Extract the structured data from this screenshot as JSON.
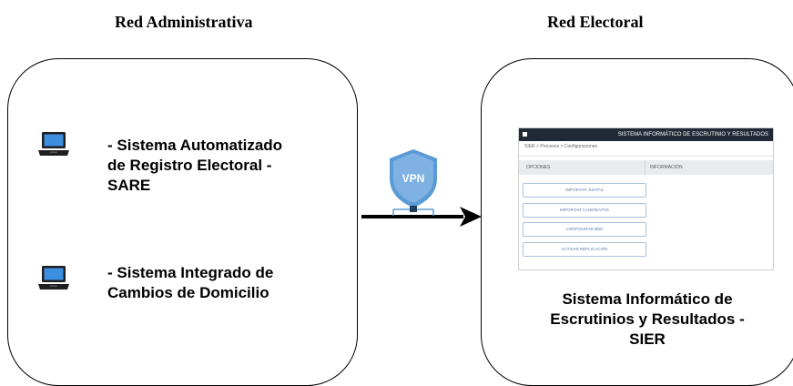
{
  "left": {
    "heading": "Red Administrativa",
    "items": [
      {
        "lines": [
          "- Sistema Automatizado",
          "de Registro Electoral -",
          "SARE"
        ],
        "icon": "laptop-icon"
      },
      {
        "lines": [
          "- Sistema Integrado de",
          "Cambios de Domicilio"
        ],
        "icon": "laptop-icon"
      }
    ]
  },
  "right": {
    "heading": "Red Electoral",
    "screenshot": {
      "title": "SISTEMA INFORMÁTICO DE ESCRUTINIO Y RESULTADOS",
      "breadcrumb": "SIER > Procesos > Configuraciones",
      "col_left": "OPCIONES",
      "col_right": "INFORMACIÓN",
      "buttons": [
        "IMPORTAR JUNTAS",
        "IMPORTAR CANDIDATOS",
        "CONFIGURAR BDD",
        "ACTIVAR REPLICACIÓN"
      ]
    },
    "caption": [
      "Sistema Informático de",
      "Escrutinios y Resultados -",
      "SIER"
    ]
  },
  "connector": {
    "vpn_label": "VPN",
    "icon": "vpn-shield-icon"
  }
}
